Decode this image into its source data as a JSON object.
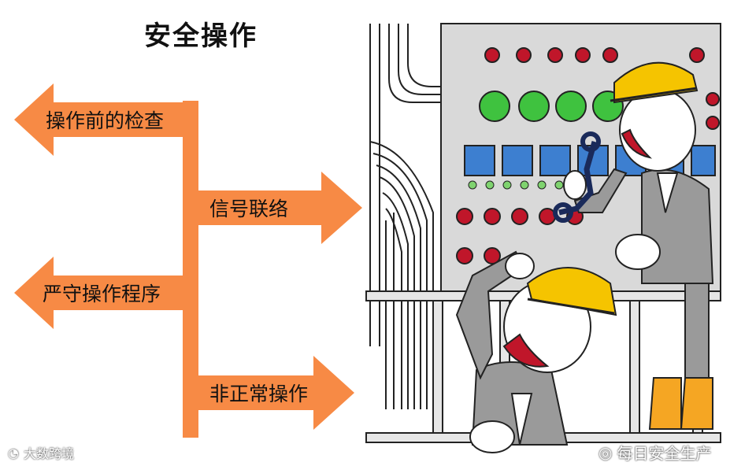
{
  "title": "安全操作",
  "branches": [
    {
      "label": "操作前的检查",
      "direction": "left"
    },
    {
      "label": "信号联络",
      "direction": "right"
    },
    {
      "label": "严守操作程序",
      "direction": "left"
    },
    {
      "label": "非正常操作",
      "direction": "right"
    }
  ],
  "watermarks": {
    "left": "大数跨境",
    "right": "每日安全生产"
  },
  "colors": {
    "arrow": "#f78a45",
    "helmet": "#f5c400",
    "panel": "#d9d9d9",
    "green_light": "#3fc23f",
    "red_knob": "#c0162a",
    "display": "#3d7fd0"
  }
}
